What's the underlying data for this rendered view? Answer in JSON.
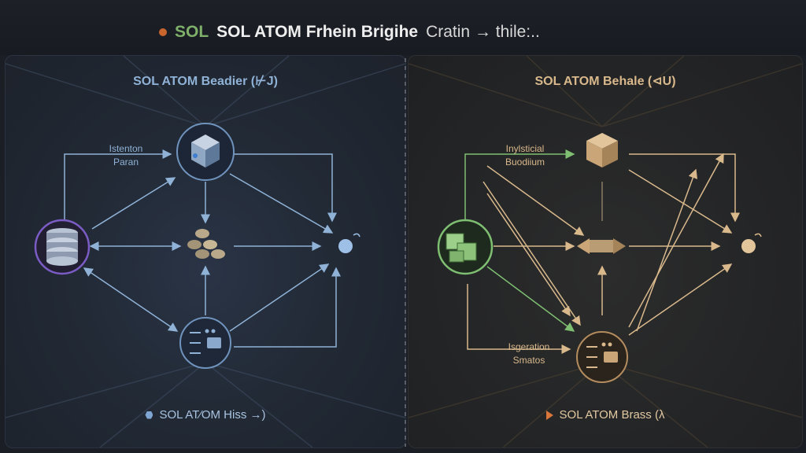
{
  "header": {
    "logo_text": "SOL",
    "title": "SOL ATOM Frhein Brigihe",
    "subtitle": "Cratin → thile:.."
  },
  "left_panel": {
    "title": "SOL ATOM Beadier (⊬J)",
    "label_top": [
      "Istenton",
      "Paran"
    ],
    "footer": "SOL AT⁄OM Hiss →)"
  },
  "right_panel": {
    "title": "SOL ATOM Behale (⊲U)",
    "label_top": [
      "Inylsticial",
      "Buodiium"
    ],
    "label_bottom": [
      "Isgeration",
      "Smatos"
    ],
    "footer": "SOL ATOM Brass (λ"
  },
  "colors": {
    "left_accent": "#8fb2d6",
    "right_accent": "#d9b98c",
    "green_accent": "#7fbf72",
    "purple_accent": "#7b5cc4"
  }
}
